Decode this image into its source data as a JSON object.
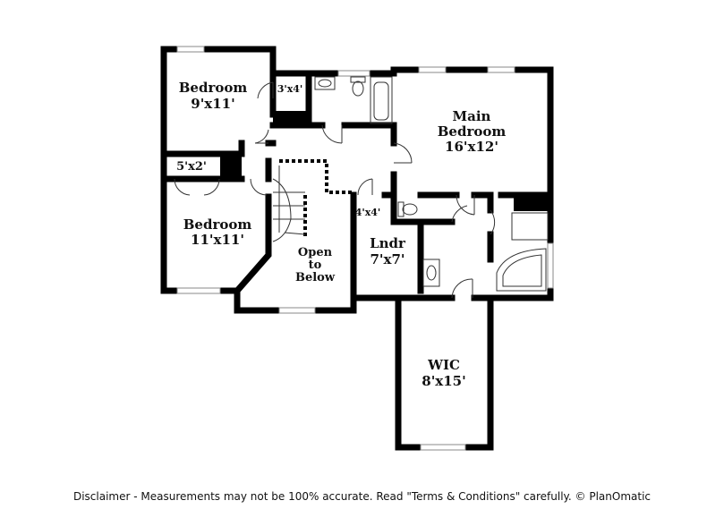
{
  "rooms": {
    "bedroom1": {
      "name": "Bedroom",
      "size": "9'x11'"
    },
    "closet1": {
      "size": "3'x4'"
    },
    "main_bedroom": {
      "name_line1": "Main",
      "name_line2": "Bedroom",
      "size": "16'x12'"
    },
    "closet2": {
      "size": "5'x2'"
    },
    "bedroom2": {
      "name": "Bedroom",
      "size": "11'x11'"
    },
    "open_below": {
      "line1": "Open",
      "line2": "to",
      "line3": "Below"
    },
    "closet3": {
      "size": "4'x4'"
    },
    "laundry": {
      "name": "Lndr",
      "size": "7'x7'"
    },
    "wic": {
      "name": "WIC",
      "size": "8'x15'"
    }
  },
  "footer": {
    "disclaimer": "Disclaimer - Measurements may not be 100% accurate. Read \"Terms & Conditions\" carefully. © PlanOmatic"
  }
}
